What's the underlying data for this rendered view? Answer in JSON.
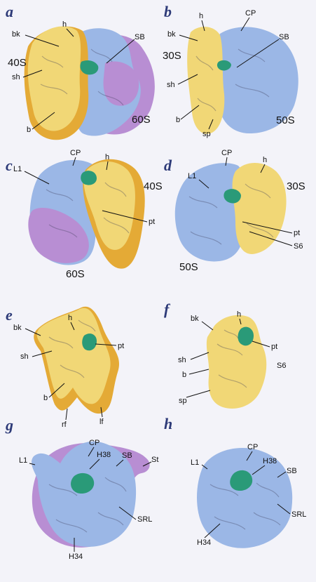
{
  "panels": {
    "a": {
      "letter": "a",
      "labels": {
        "h": "h",
        "bk": "bk",
        "sh": "sh",
        "b": "b",
        "SB": "SB",
        "s40": "40S",
        "s60": "60S"
      }
    },
    "b": {
      "letter": "b",
      "labels": {
        "h": "h",
        "bk": "bk",
        "sh": "sh",
        "b": "b",
        "sp": "sp",
        "CP": "CP",
        "SB": "SB",
        "s30": "30S",
        "s50": "50S"
      }
    },
    "c": {
      "letter": "c",
      "labels": {
        "CP": "CP",
        "L1": "L1",
        "h": "h",
        "pt": "pt",
        "s40": "40S",
        "s60": "60S"
      }
    },
    "d": {
      "letter": "d",
      "labels": {
        "CP": "CP",
        "L1": "L1",
        "h": "h",
        "pt": "pt",
        "S6": "S6",
        "s30": "30S",
        "s50": "50S"
      }
    },
    "e": {
      "letter": "e",
      "labels": {
        "h": "h",
        "bk": "bk",
        "sh": "sh",
        "pt": "pt",
        "b": "b",
        "rf": "rf",
        "lf": "lf"
      }
    },
    "f": {
      "letter": "f",
      "labels": {
        "h": "h",
        "bk": "bk",
        "sh": "sh",
        "pt": "pt",
        "b": "b",
        "S6": "S6",
        "sp": "sp"
      }
    },
    "g": {
      "letter": "g",
      "labels": {
        "L1": "L1",
        "CP": "CP",
        "H38": "H38",
        "SB": "SB",
        "St": "St",
        "SRL": "SRL",
        "H34": "H34"
      }
    },
    "h": {
      "letter": "h",
      "labels": {
        "L1": "L1",
        "CP": "CP",
        "H38": "H38",
        "SB": "SB",
        "SRL": "SRL",
        "H34": "H34"
      }
    }
  },
  "colors": {
    "background": "#f3f3f9",
    "small_subunit": "#f1d776",
    "small_subunit_shadow": "#e4aa36",
    "large_subunit": "#9bb7e6",
    "expansion_segments": "#b88ed3",
    "ligand": "#2a9a78",
    "panel_letter": "#2d3a78"
  }
}
